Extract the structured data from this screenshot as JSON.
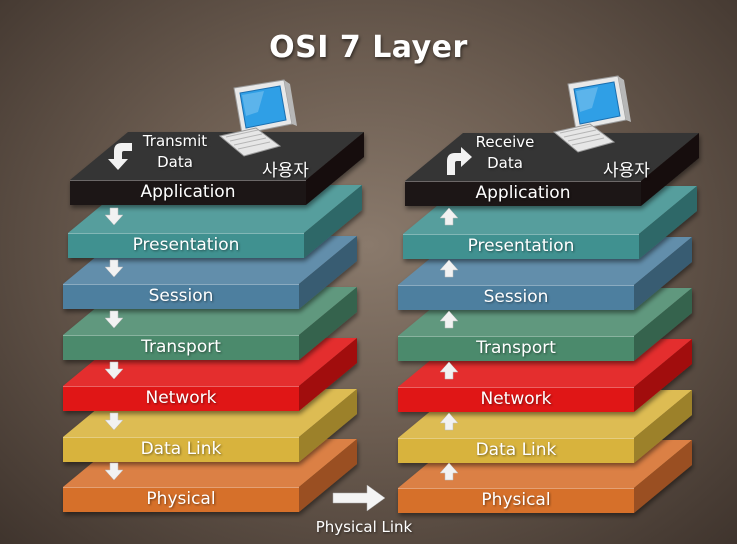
{
  "title": "OSI 7 Layer",
  "left_stack": {
    "note_line1": "Transmit",
    "note_line2": "Data",
    "user_label": "사용자",
    "direction": "down"
  },
  "right_stack": {
    "note_line1": "Receive",
    "note_line2": "Data",
    "user_label": "사용자",
    "direction": "up"
  },
  "layers": [
    {
      "name": "Application",
      "color": "#2b211d"
    },
    {
      "name": "Presentation",
      "color": "#3f9190"
    },
    {
      "name": "Session",
      "color": "#4d7f9f"
    },
    {
      "name": "Transport",
      "color": "#4b8a6c"
    },
    {
      "name": "Network",
      "color": "#e01212"
    },
    {
      "name": "Data Link",
      "color": "#d8b33c"
    },
    {
      "name": "Physical",
      "color": "#d66f2c"
    }
  ],
  "physical_link_label": "Physical Link",
  "icons": [
    "computer-icon",
    "arrow-down-icon",
    "arrow-up-icon",
    "arrow-right-icon"
  ]
}
